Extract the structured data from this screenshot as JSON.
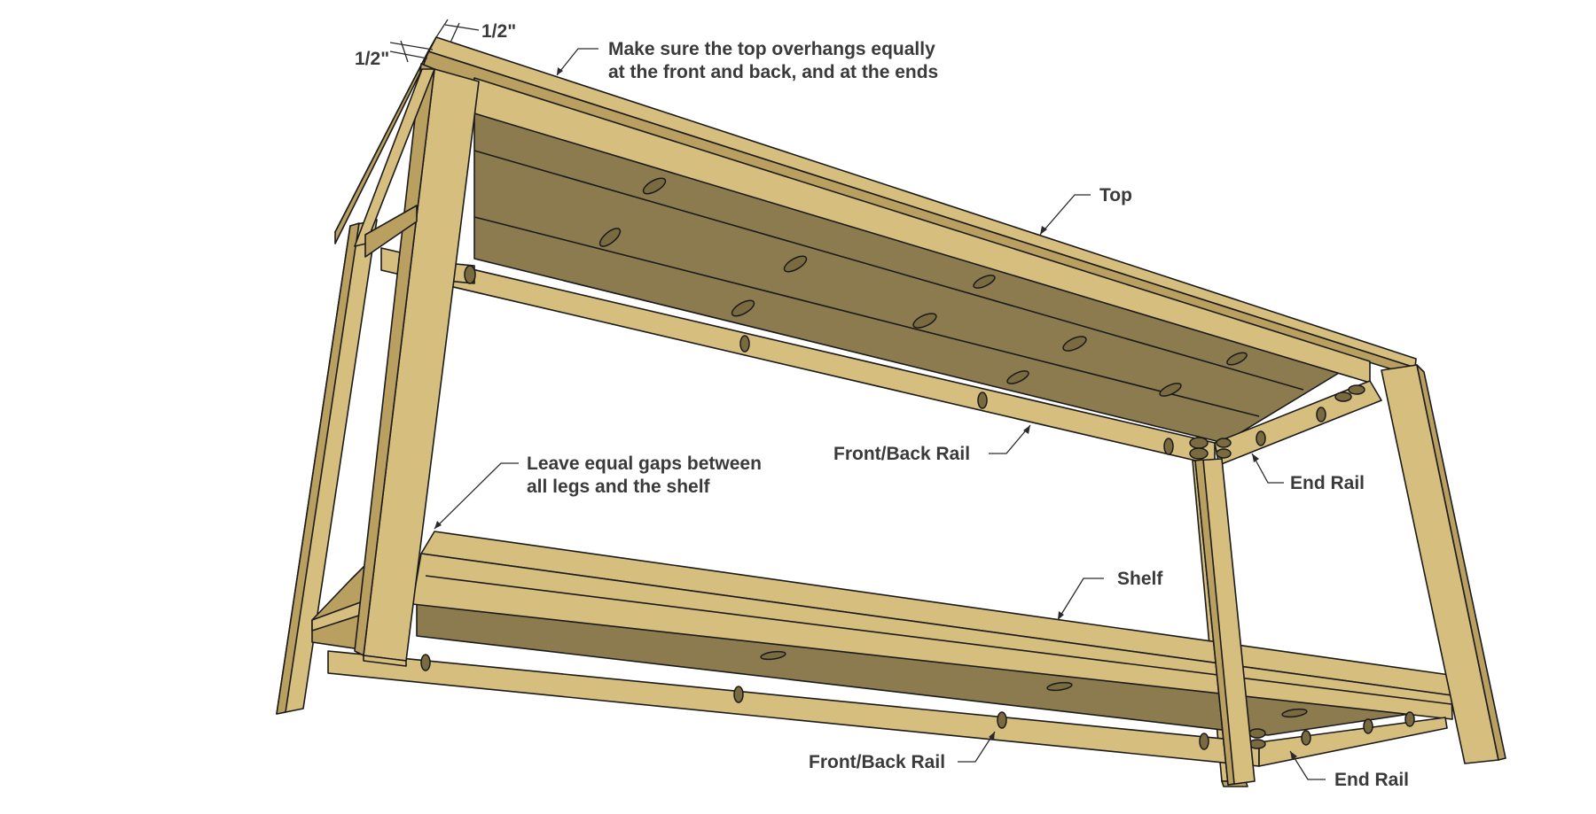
{
  "colors": {
    "wood_light": "#D6BE7E",
    "wood_mid": "#B9A061",
    "wood_dark": "#8C7B4F",
    "edge": "#1a1a1a",
    "label": "#3a3a3a"
  },
  "dimensions": {
    "overhang_top": "1/2\"",
    "overhang_side": "1/2\""
  },
  "labels": {
    "top_note_line1": "Make sure the top overhangs equally",
    "top_note_line2": "at the front and back, and at the ends",
    "top": "Top",
    "front_back_rail_upper": "Front/Back Rail",
    "end_rail_upper": "End Rail",
    "gap_note_line1": "Leave equal gaps between",
    "gap_note_line2": "all legs and the shelf",
    "shelf": "Shelf",
    "front_back_rail_lower": "Front/Back Rail",
    "end_rail_lower": "End Rail"
  }
}
